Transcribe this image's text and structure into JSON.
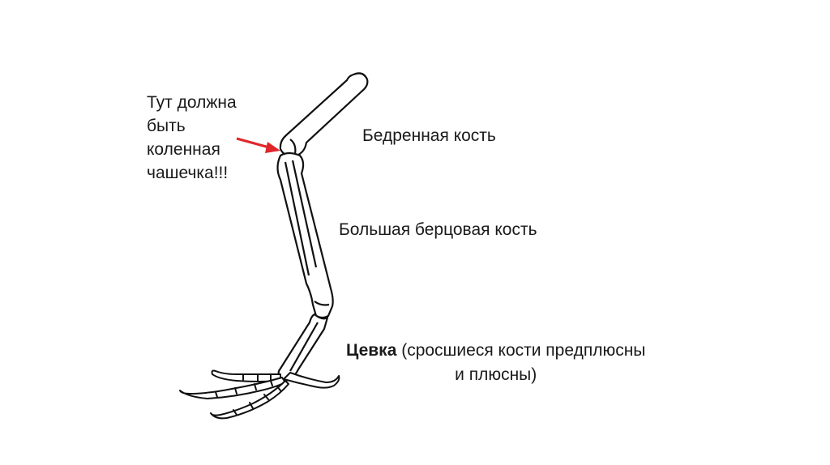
{
  "labels": {
    "kneecap": [
      "Тут должна",
      "быть",
      "коленная",
      "чашечка!!!"
    ],
    "femur": "Бедренная кость",
    "tibia": "Большая берцовая кость",
    "tarsus_bold": "Цевка",
    "tarsus_line1": " (сросшиеся кости предплюсны",
    "tarsus_line2": "и плюсны)"
  },
  "colors": {
    "arrow": "#e0262a",
    "bone_stroke": "#111111",
    "bone_fill": "#ffffff"
  }
}
